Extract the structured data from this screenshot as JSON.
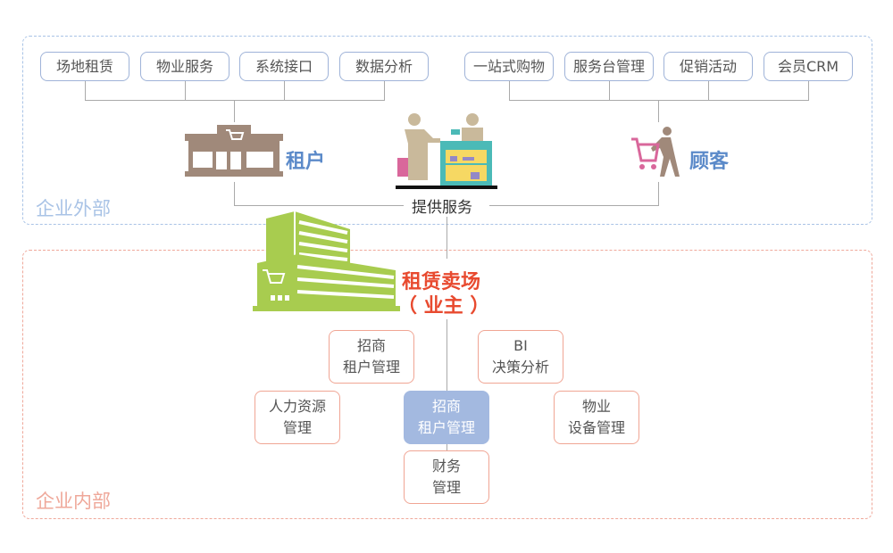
{
  "zones": {
    "external": "企业外部",
    "internal": "企业内部"
  },
  "tenant_tags": [
    "场地租赁",
    "物业服务",
    "系统接口",
    "数据分析"
  ],
  "customer_tags": [
    "一站式购物",
    "服务台管理",
    "促销活动",
    "会员CRM"
  ],
  "tenant_label": "租户",
  "customer_label": "顾客",
  "service_label": "提供服务",
  "owner": {
    "line1": "租赁卖场",
    "line2": "（ 业主 ）"
  },
  "modules": [
    {
      "l1": "招商",
      "l2": "租户管理"
    },
    {
      "l1": "BI",
      "l2": "决策分析"
    },
    {
      "l1": "人力资源",
      "l2": "管理"
    },
    {
      "l1": "招商",
      "l2": "租户管理"
    },
    {
      "l1": "物业",
      "l2": "设备管理"
    },
    {
      "l1": "财务",
      "l2": "管理"
    }
  ],
  "colors": {
    "blue": "#5b8ac9",
    "red": "#e84a2f",
    "green": "#a8cc4f",
    "brown": "#a0897a"
  }
}
